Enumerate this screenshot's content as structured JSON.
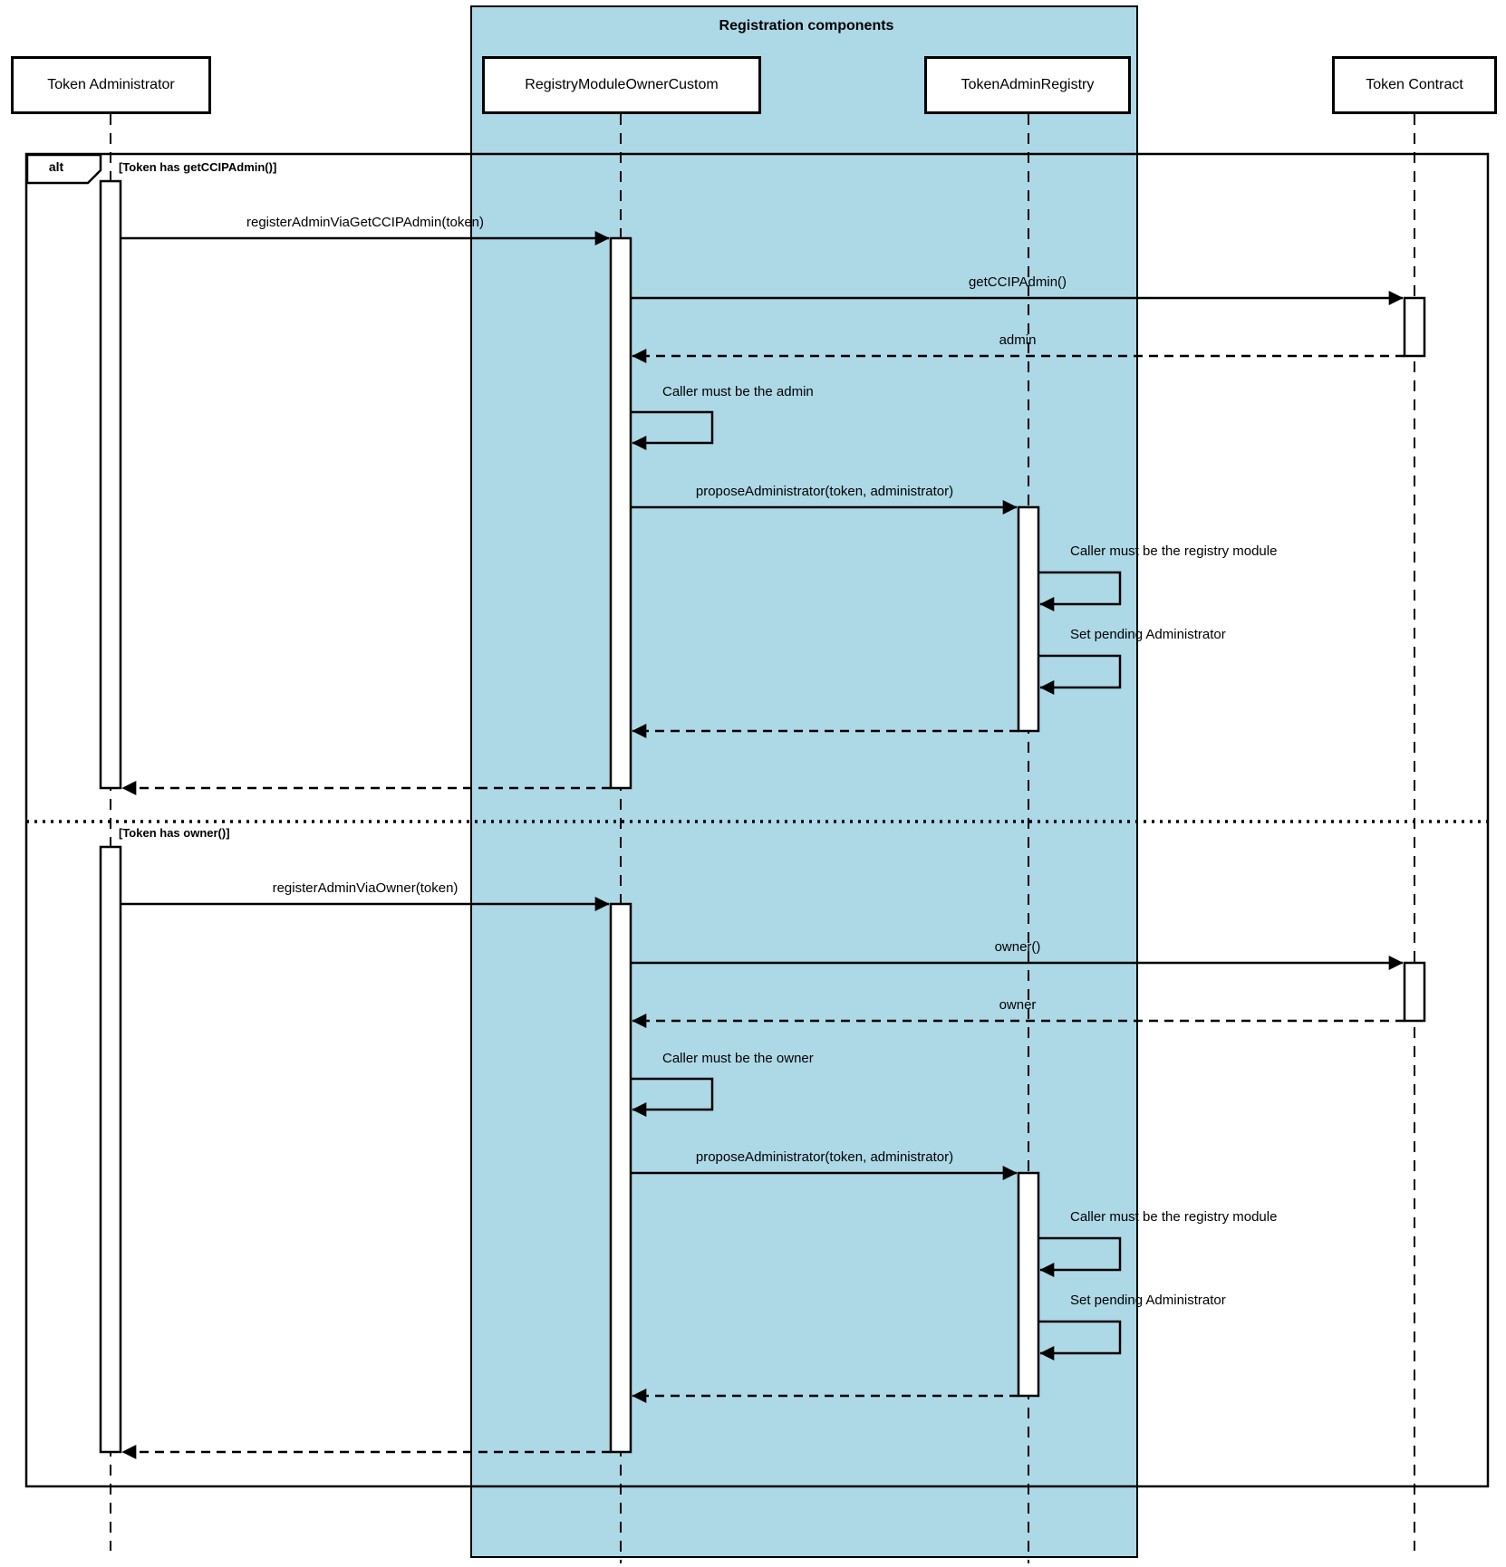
{
  "diagram": {
    "type": "uml-sequence",
    "title": "Registration components",
    "frame": {
      "operator": "alt",
      "sections": [
        {
          "guard": "[Token has getCCIPAdmin()]",
          "messages": [
            {
              "label": "registerAdminViaGetCCIPAdmin(token)",
              "type": "sync",
              "from": "Token Administrator",
              "to": "RegistryModuleOwnerCustom"
            },
            {
              "label": "getCCIPAdmin()",
              "type": "sync",
              "from": "RegistryModuleOwnerCustom",
              "to": "Token Contract"
            },
            {
              "label": "admin",
              "type": "return",
              "from": "Token Contract",
              "to": "RegistryModuleOwnerCustom"
            },
            {
              "label": "Caller must be the admin",
              "type": "self",
              "on": "RegistryModuleOwnerCustom"
            },
            {
              "label": "proposeAdministrator(token, administrator)",
              "type": "sync",
              "from": "RegistryModuleOwnerCustom",
              "to": "TokenAdminRegistry"
            },
            {
              "label": "Caller must be the registry module",
              "type": "self",
              "on": "TokenAdminRegistry"
            },
            {
              "label": "Set pending Administrator",
              "type": "self",
              "on": "TokenAdminRegistry"
            },
            {
              "label": "",
              "type": "return",
              "from": "TokenAdminRegistry",
              "to": "RegistryModuleOwnerCustom"
            },
            {
              "label": "",
              "type": "return",
              "from": "RegistryModuleOwnerCustom",
              "to": "Token Administrator"
            }
          ]
        },
        {
          "guard": "[Token has owner()]",
          "messages": [
            {
              "label": "registerAdminViaOwner(token)",
              "type": "sync",
              "from": "Token Administrator",
              "to": "RegistryModuleOwnerCustom"
            },
            {
              "label": "owner()",
              "type": "sync",
              "from": "RegistryModuleOwnerCustom",
              "to": "Token Contract"
            },
            {
              "label": "owner",
              "type": "return",
              "from": "Token Contract",
              "to": "RegistryModuleOwnerCustom"
            },
            {
              "label": "Caller must be the owner",
              "type": "self",
              "on": "RegistryModuleOwnerCustom"
            },
            {
              "label": "proposeAdministrator(token, administrator)",
              "type": "sync",
              "from": "RegistryModuleOwnerCustom",
              "to": "TokenAdminRegistry"
            },
            {
              "label": "Caller must be the registry module",
              "type": "self",
              "on": "TokenAdminRegistry"
            },
            {
              "label": "Set pending Administrator",
              "type": "self",
              "on": "TokenAdminRegistry"
            },
            {
              "label": "",
              "type": "return",
              "from": "TokenAdminRegistry",
              "to": "RegistryModuleOwnerCustom"
            },
            {
              "label": "",
              "type": "return",
              "from": "RegistryModuleOwnerCustom",
              "to": "Token Administrator"
            }
          ]
        }
      ]
    },
    "actors": [
      {
        "name": "Token Administrator",
        "in_highlight_group": false
      },
      {
        "name": "RegistryModuleOwnerCustom",
        "in_highlight_group": true
      },
      {
        "name": "TokenAdminRegistry",
        "in_highlight_group": true
      },
      {
        "name": "Token Contract",
        "in_highlight_group": false
      }
    ]
  },
  "colors": {
    "highlight": "#add8e6",
    "line": "#000000",
    "actor_fill": "#ffffff",
    "background": "#ffffff"
  }
}
